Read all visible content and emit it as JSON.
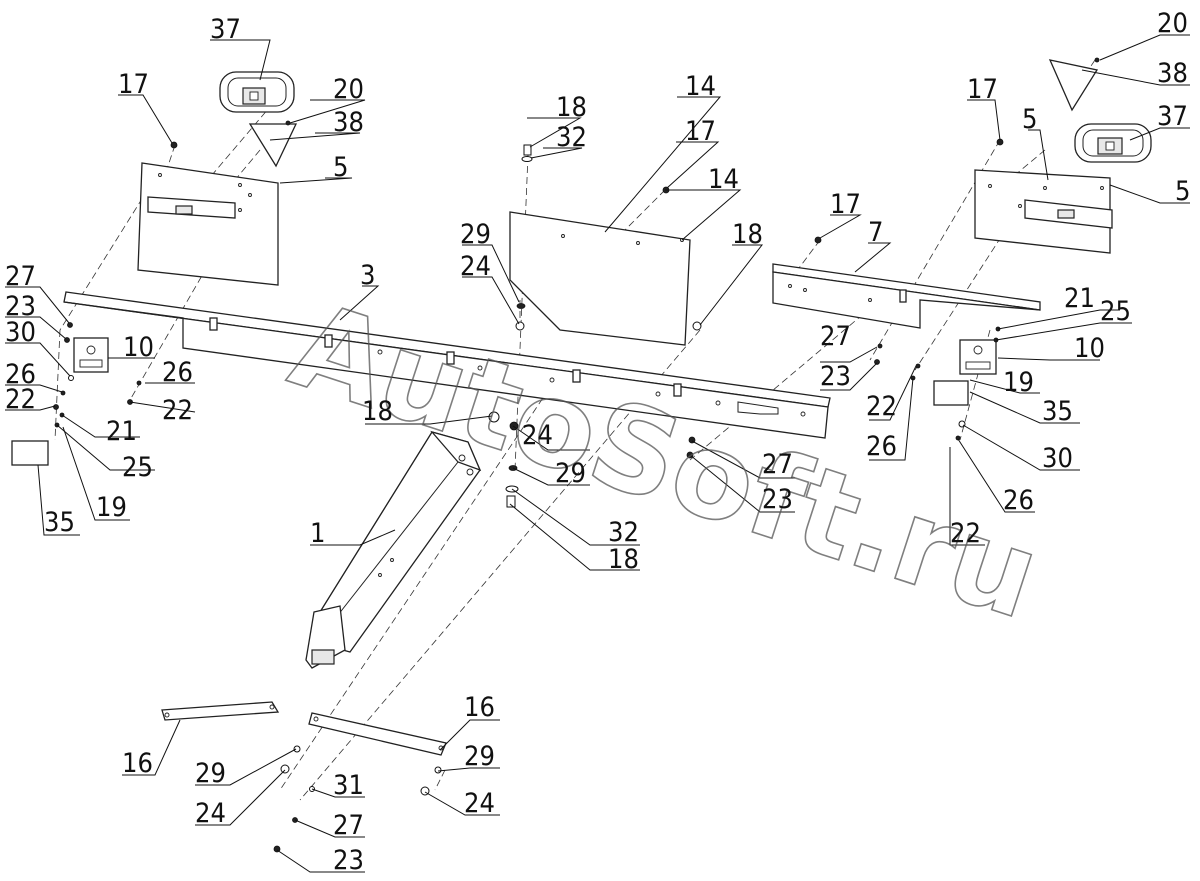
{
  "watermark": "AutoSoft.ru",
  "callouts": [
    {
      "id": "c-37-left",
      "text": "37"
    },
    {
      "id": "c-17-left",
      "text": "17"
    },
    {
      "id": "c-20-left",
      "text": "20"
    },
    {
      "id": "c-38-left",
      "text": "38"
    },
    {
      "id": "c-5-left",
      "text": "5"
    },
    {
      "id": "c-18-top",
      "text": "18"
    },
    {
      "id": "c-32-top",
      "text": "32"
    },
    {
      "id": "c-14-a",
      "text": "14"
    },
    {
      "id": "c-17-center",
      "text": "17"
    },
    {
      "id": "c-14-b",
      "text": "14"
    },
    {
      "id": "c-29-top",
      "text": "29"
    },
    {
      "id": "c-24-top",
      "text": "24"
    },
    {
      "id": "c-18-right",
      "text": "18"
    },
    {
      "id": "c-17-right",
      "text": "17"
    },
    {
      "id": "c-7",
      "text": "7"
    },
    {
      "id": "c-3",
      "text": "3"
    },
    {
      "id": "c-27-left",
      "text": "27"
    },
    {
      "id": "c-23-left",
      "text": "23"
    },
    {
      "id": "c-30-left",
      "text": "30"
    },
    {
      "id": "c-10-left",
      "text": "10"
    },
    {
      "id": "c-26-left-a",
      "text": "26"
    },
    {
      "id": "c-26-left-b",
      "text": "26"
    },
    {
      "id": "c-22-left-a",
      "text": "22"
    },
    {
      "id": "c-22-left-b",
      "text": "22"
    },
    {
      "id": "c-21-left",
      "text": "21"
    },
    {
      "id": "c-25-left",
      "text": "25"
    },
    {
      "id": "c-19-left",
      "text": "19"
    },
    {
      "id": "c-35-left",
      "text": "35"
    },
    {
      "id": "c-18-center",
      "text": "18"
    },
    {
      "id": "c-24-center",
      "text": "24"
    },
    {
      "id": "c-29-center",
      "text": "29"
    },
    {
      "id": "c-32-center",
      "text": "32"
    },
    {
      "id": "c-18-bottom",
      "text": "18"
    },
    {
      "id": "c-1",
      "text": "1"
    },
    {
      "id": "c-27-mid",
      "text": "27"
    },
    {
      "id": "c-23-mid",
      "text": "23"
    },
    {
      "id": "c-27-right",
      "text": "27"
    },
    {
      "id": "c-23-right",
      "text": "23"
    },
    {
      "id": "c-22-right-a",
      "text": "22"
    },
    {
      "id": "c-26-right-a",
      "text": "26"
    },
    {
      "id": "c-20-right",
      "text": "20"
    },
    {
      "id": "c-38-right",
      "text": "38"
    },
    {
      "id": "c-17-far-right",
      "text": "17"
    },
    {
      "id": "c-5-right-a",
      "text": "5"
    },
    {
      "id": "c-37-right",
      "text": "37"
    },
    {
      "id": "c-5-right-b",
      "text": "5"
    },
    {
      "id": "c-21-right",
      "text": "21"
    },
    {
      "id": "c-25-right",
      "text": "25"
    },
    {
      "id": "c-10-right",
      "text": "10"
    },
    {
      "id": "c-19-right",
      "text": "19"
    },
    {
      "id": "c-35-right",
      "text": "35"
    },
    {
      "id": "c-30-right",
      "text": "30"
    },
    {
      "id": "c-26-right-b",
      "text": "26"
    },
    {
      "id": "c-22-right-b",
      "text": "22"
    },
    {
      "id": "c-16-left",
      "text": "16"
    },
    {
      "id": "c-16-right",
      "text": "16"
    },
    {
      "id": "c-29-bl",
      "text": "29"
    },
    {
      "id": "c-24-bl",
      "text": "24"
    },
    {
      "id": "c-31",
      "text": "31"
    },
    {
      "id": "c-27-bottom",
      "text": "27"
    },
    {
      "id": "c-23-bottom",
      "text": "23"
    },
    {
      "id": "c-29-br",
      "text": "29"
    },
    {
      "id": "c-24-br",
      "text": "24"
    }
  ]
}
